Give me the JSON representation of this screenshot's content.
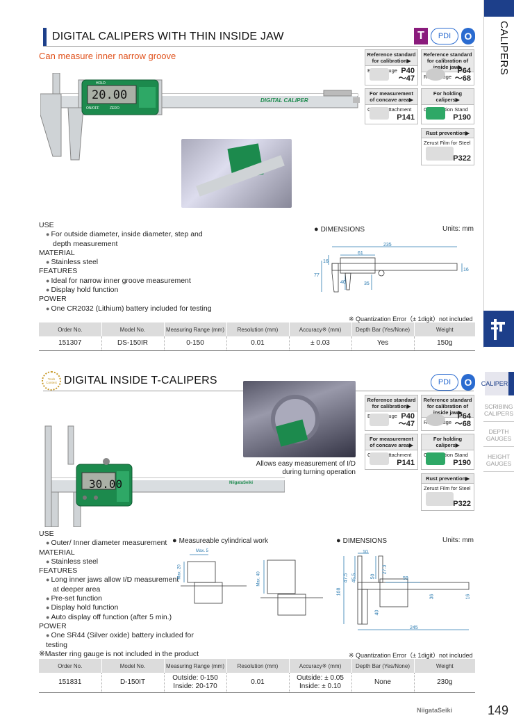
{
  "side": {
    "header_label": "CALIPERS",
    "nav": [
      "CALIPERS",
      "SCRIBING CALIPERS",
      "DEPTH GAUGES",
      "HEIGHT GAUGES"
    ]
  },
  "section1": {
    "title": "DIGITAL CALIPERS WITH THIN INSIDE JAW",
    "subtitle": "Can measure inner narrow groove",
    "badges": {
      "t": "T",
      "pdi": "PDI",
      "o": "O"
    },
    "refs": [
      {
        "head": "Reference standard for calibration▶",
        "name": "Block Gauge",
        "page": "P40 ～47"
      },
      {
        "head": "Reference standard for calibration of inside jaw▶",
        "name": "Ring Gauge",
        "page": "P64 ～68"
      },
      {
        "head": "For measurement of concave area▶",
        "name": "Caliper Attachment",
        "page": "P141"
      },
      {
        "head": "For holding calipers▶",
        "name": "Combination Stand",
        "page": "P190"
      },
      {
        "head": "Rust prevention▶",
        "name": "Zerust Film for Steel",
        "page": "P322"
      }
    ],
    "scale_text": "DIGITAL CALIPER",
    "display": "20.00",
    "hold": "HOLD",
    "on_off": "ON/OFF",
    "zero": "ZERO",
    "spec": {
      "use_label": "USE",
      "use": [
        "For outside diameter, inside diameter, step and",
        "depth measurement"
      ],
      "material_label": "MATERIAL",
      "material": "Stainless steel",
      "features_label": "FEATURES",
      "features": [
        "Ideal for narrow inner groove measurement",
        "Display hold function"
      ],
      "power_label": "POWER",
      "power": "One CR2032 (Lithium) battery included for testing"
    },
    "dim_label": "DIMENSIONS",
    "units": "Units: mm",
    "dims": {
      "d235": "235",
      "d61": "61",
      "d16": "16",
      "d77": "77",
      "d40": "40",
      "d35": "35",
      "d16b": "16"
    },
    "quant": "※ Quantization Error（± 1digit）not included",
    "table": {
      "headers": [
        "Order No.",
        "Model No.",
        "Measuring Range (mm)",
        "Resolution (mm)",
        "Accuracy※ (mm)",
        "Depth Bar (Yes/None)",
        "Weight"
      ],
      "rows": [
        [
          "151307",
          "DS-150IR",
          "0-150",
          "0.01",
          "± 0.03",
          "Yes",
          "150g"
        ]
      ]
    }
  },
  "section2": {
    "title": "DIGITAL INSIDE T-CALIPERS",
    "badges": {
      "pdi": "PDI",
      "o": "O"
    },
    "tools_label": "Tools Contest",
    "refs": [
      {
        "head": "Reference standard for calibration▶",
        "name": "Block Gauge",
        "page": "P40 ～47"
      },
      {
        "head": "Reference standard for calibration of inside jaw▶",
        "name": "Ring Gauge",
        "page": "P64 ～68"
      },
      {
        "head": "For measurement of concave area▶",
        "name": "Caliper Attachment",
        "page": "P141"
      },
      {
        "head": "For holding calipers▶",
        "name": "Combination Stand",
        "page": "P190"
      },
      {
        "head": "Rust prevention▶",
        "name": "Zerust Film for Steel",
        "page": "P322"
      }
    ],
    "caption": [
      "Allows easy measurement of I/D",
      "during turning operation"
    ],
    "display": "30.00",
    "brand": "NiigataSeiki",
    "spec": {
      "use_label": "USE",
      "use": "Outer/ Inner diameter measurement",
      "material_label": "MATERIAL",
      "material": "Stainless steel",
      "features_label": "FEATURES",
      "features": [
        "Long inner jaws allow I/D measurement",
        "at deeper area",
        "Pre-set function",
        "Display hold function",
        "Auto display off function (after 5 min.)"
      ],
      "power_label": "POWER",
      "power": "One SR44 (Silver oxide) battery included for testing",
      "note": "※Master ring gauge is not included in the product"
    },
    "work_label": "Measureable cylindrical work",
    "work_dims": {
      "max5": "Max. 5",
      "max20": "Max. 20",
      "max40": "Max. 40"
    },
    "dim_label": "DIMENSIONS",
    "units": "Units: mm",
    "dims": {
      "d10": "10",
      "d475": "47.5",
      "d455": "45.5",
      "d50": "50",
      "d27": "27.3",
      "d59": "59",
      "d108": "108",
      "d40": "40",
      "d36": "36",
      "d16": "16",
      "d245": "245"
    },
    "quant": "※ Quantization Error（± 1digit）not included",
    "table": {
      "headers": [
        "Order No.",
        "Model No.",
        "Measuring Range (mm)",
        "Resolution (mm)",
        "Accuracy※ (mm)",
        "Depth Bar (Yes/None)",
        "Weight"
      ],
      "row": {
        "order": "151831",
        "model": "D-150IT",
        "range1": "Outside: 0-150",
        "range2": "Inside: 20-170",
        "res": "0.01",
        "acc1": "Outside: ± 0.05",
        "acc2": "Inside: ± 0.10",
        "depth": "None",
        "weight": "230g"
      }
    }
  },
  "footer": {
    "brand": "NiigataSeiki",
    "page": "149"
  }
}
